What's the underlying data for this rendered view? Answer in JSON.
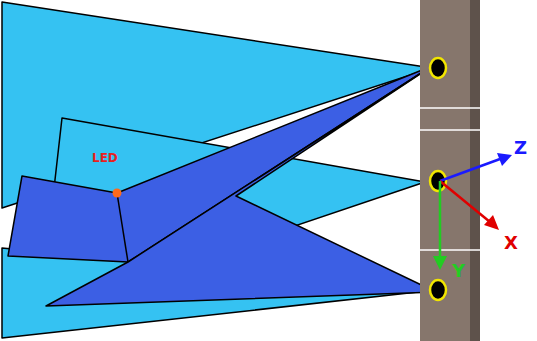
{
  "diagram": {
    "labels": [
      "LED",
      "Z",
      "X",
      "Y"
    ]
  }
}
